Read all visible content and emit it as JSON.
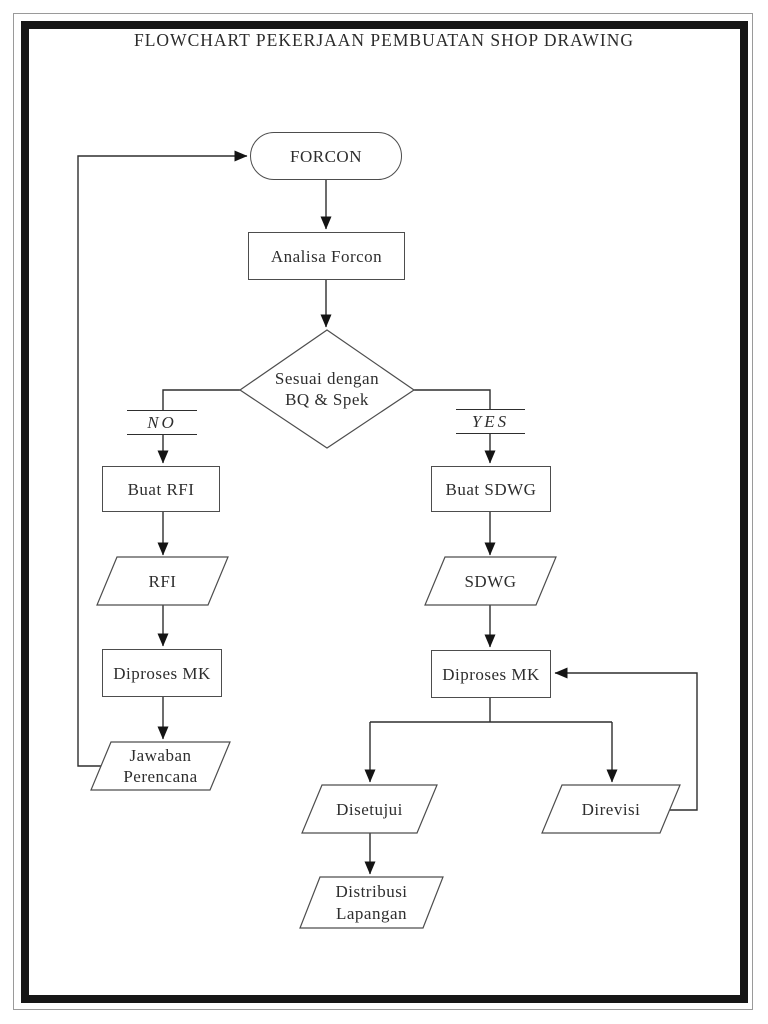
{
  "title": "FLOWCHART PEKERJAAN PEMBUATAN SHOP DRAWING",
  "branch_labels": {
    "no": "NO",
    "yes": "YES"
  },
  "nodes": {
    "forcon": "FORCON",
    "analisa_forcon": "Analisa Forcon",
    "decision_line1": "Sesuai dengan",
    "decision_line2": "BQ & Spek",
    "buat_rfi": "Buat RFI",
    "rfi": "RFI",
    "diproses_mk_left": "Diproses MK",
    "jawaban_line1": "Jawaban",
    "jawaban_line2": "Perencana",
    "buat_sdwg": "Buat SDWG",
    "sdwg": "SDWG",
    "diproses_mk_right": "Diproses MK",
    "disetujui": "Disetujui",
    "direvisi": "Direvisi",
    "distribusi_line1": "Distribusi",
    "distribusi_line2": "Lapangan"
  },
  "colors": {
    "connector_line": "#2e2e2e",
    "arrowhead": "#141414",
    "shape_border": "#4d4d4d",
    "text": "#2e2e2e",
    "outer_frame": "#161616",
    "thin_frame": "#9a9a9a",
    "background": "#ffffff"
  }
}
